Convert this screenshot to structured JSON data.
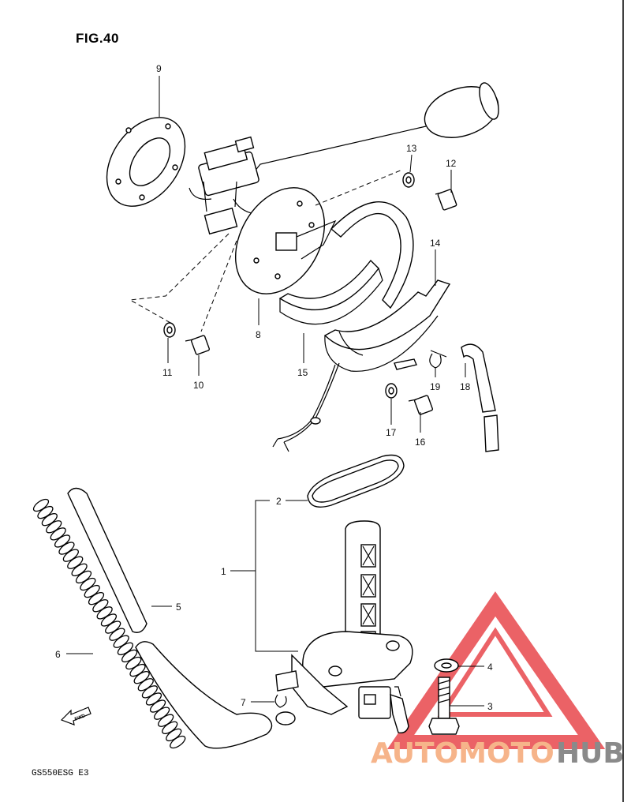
{
  "figure": {
    "title": "FIG.40",
    "model_code": "GS550ESG  E3",
    "fwd_label": "FWD"
  },
  "callouts": [
    {
      "id": "c1",
      "label": "1"
    },
    {
      "id": "c2",
      "label": "2"
    },
    {
      "id": "c3",
      "label": "3"
    },
    {
      "id": "c4",
      "label": "4"
    },
    {
      "id": "c5",
      "label": "5"
    },
    {
      "id": "c6",
      "label": "6"
    },
    {
      "id": "c7",
      "label": "7"
    },
    {
      "id": "c8",
      "label": "8"
    },
    {
      "id": "c9",
      "label": "9"
    },
    {
      "id": "c10",
      "label": "10"
    },
    {
      "id": "c11",
      "label": "11"
    },
    {
      "id": "c12",
      "label": "12"
    },
    {
      "id": "c13",
      "label": "13"
    },
    {
      "id": "c14",
      "label": "14"
    },
    {
      "id": "c15",
      "label": "15"
    },
    {
      "id": "c16",
      "label": "16"
    },
    {
      "id": "c17",
      "label": "17"
    },
    {
      "id": "c18",
      "label": "18"
    },
    {
      "id": "c19",
      "label": "19"
    }
  ],
  "watermark": {
    "text_a": "AUTOMOTO",
    "text_b": "HUB",
    "color_a": "#f6b48a",
    "color_b": "#8a8a8a",
    "logo_color": "#e8474c"
  }
}
